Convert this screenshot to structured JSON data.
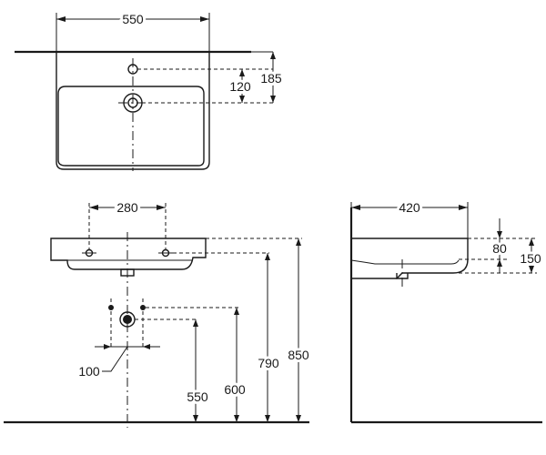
{
  "drawing": {
    "top_view": {
      "width": "550",
      "tap_hole_depth": "185",
      "drain_depth": "120"
    },
    "front_view": {
      "bracket_spacing": "280",
      "outlet_width": "100",
      "outlet_height": "550",
      "supply_height": "600",
      "bracket_height": "790",
      "rim_height": "850"
    },
    "side_view": {
      "depth": "420",
      "rim_to_bracket": "80",
      "basin_height": "150"
    }
  }
}
